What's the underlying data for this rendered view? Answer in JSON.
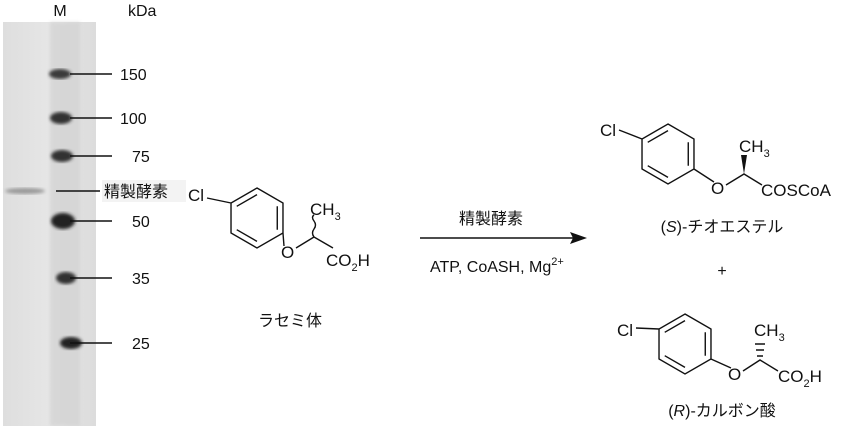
{
  "gel": {
    "lane_label": "M",
    "unit_label": "kDa",
    "markers": [
      {
        "label": "150",
        "kda": 150
      },
      {
        "label": "100",
        "kda": 100
      },
      {
        "label": "75",
        "kda": 75
      },
      {
        "label": "50",
        "kda": 50
      },
      {
        "label": "35",
        "kda": 35
      },
      {
        "label": "25",
        "kda": 25
      }
    ],
    "enzyme_label": "精製酵素"
  },
  "reaction": {
    "substrate": {
      "cl": "Cl",
      "o": "O",
      "ch3": "CH",
      "ch3_sub": "3",
      "acid": "CO",
      "acid_sub": "2",
      "acid_end": "H",
      "name": "ラセミ体"
    },
    "arrow_top": "精製酵素",
    "arrow_bottom": "ATP, CoASH, Mg",
    "arrow_bottom_sup": "2+",
    "product1": {
      "cl": "Cl",
      "o": "O",
      "ch3": "CH",
      "ch3_sub": "3",
      "group": "COSCoA",
      "name_prefix": "(",
      "name_italic": "S",
      "name_suffix": ")-チオエステル"
    },
    "plus": "+",
    "product2": {
      "cl": "Cl",
      "o": "O",
      "ch3": "CH",
      "ch3_sub": "3",
      "acid": "CO",
      "acid_sub": "2",
      "acid_end": "H",
      "name_prefix": "(",
      "name_italic": "R",
      "name_suffix": ")-カルボン酸"
    }
  }
}
